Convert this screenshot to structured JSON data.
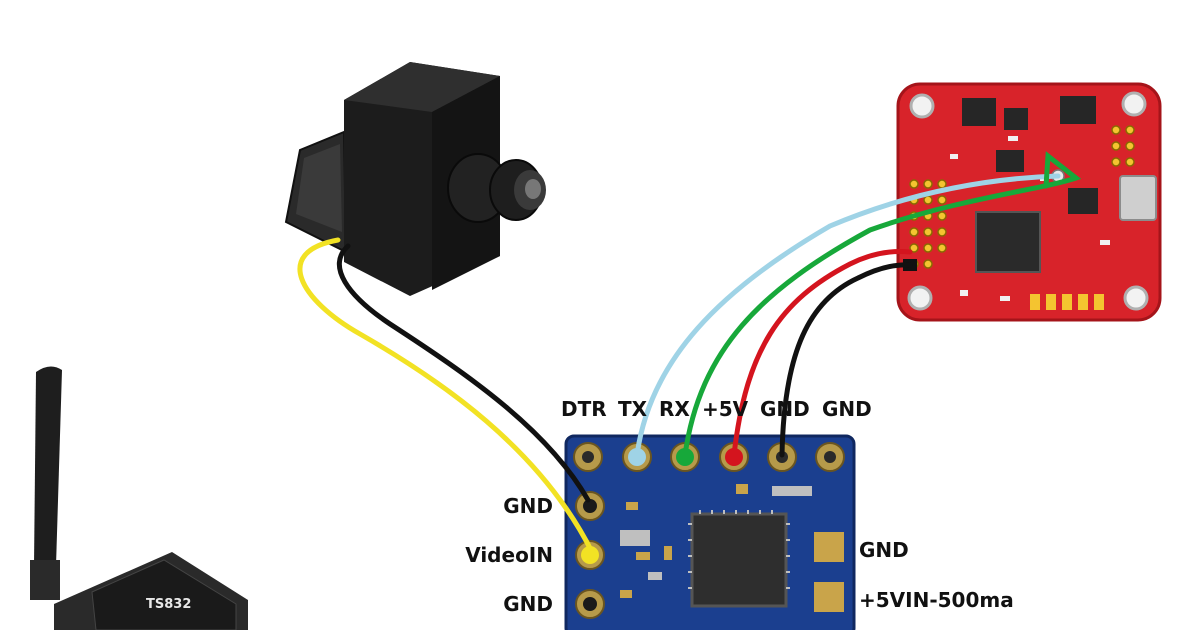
{
  "top_pins": {
    "dtr": "DTR",
    "tx": "TX",
    "rx": "RX",
    "v5": "+5V",
    "gnd1": "GND",
    "gnd2": "GND"
  },
  "left_pins": {
    "gnd_top": "GND",
    "video_in": "VideoIN",
    "gnd_bottom": "GND"
  },
  "right_pins": {
    "gnd": "GND",
    "vin": "+5VIN-500ma"
  },
  "transmitter": {
    "model": "TS832"
  },
  "colors": {
    "wire_tx": "#9fd3e6",
    "wire_rx": "#17a83a",
    "wire_5v": "#d4141e",
    "wire_gnd": "#111111",
    "wire_video": "#f2e224",
    "osd_board": "#1b3f8f",
    "flight_controller": "#d8232a",
    "camera": "#1c1c1c"
  }
}
